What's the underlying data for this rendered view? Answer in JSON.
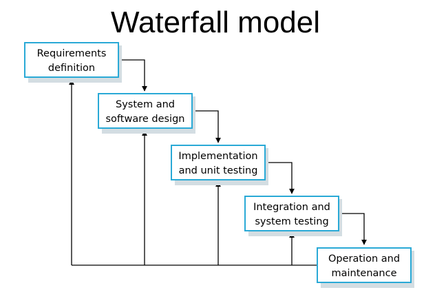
{
  "title": "Waterfall model",
  "colors": {
    "box_border": "#29a9d6",
    "box_shadow": "#d3dde2",
    "box_fill": "#ffffff",
    "connector": "#000000",
    "text": "#000000"
  },
  "stages": [
    {
      "line1": "Requirements",
      "line2": "definition"
    },
    {
      "line1": "System and",
      "line2": "software design"
    },
    {
      "line1": "Implementation",
      "line2": "and unit testing"
    },
    {
      "line1": "Integration and",
      "line2": "system testing"
    },
    {
      "line1": "Operation and",
      "line2": "maintenance"
    }
  ]
}
